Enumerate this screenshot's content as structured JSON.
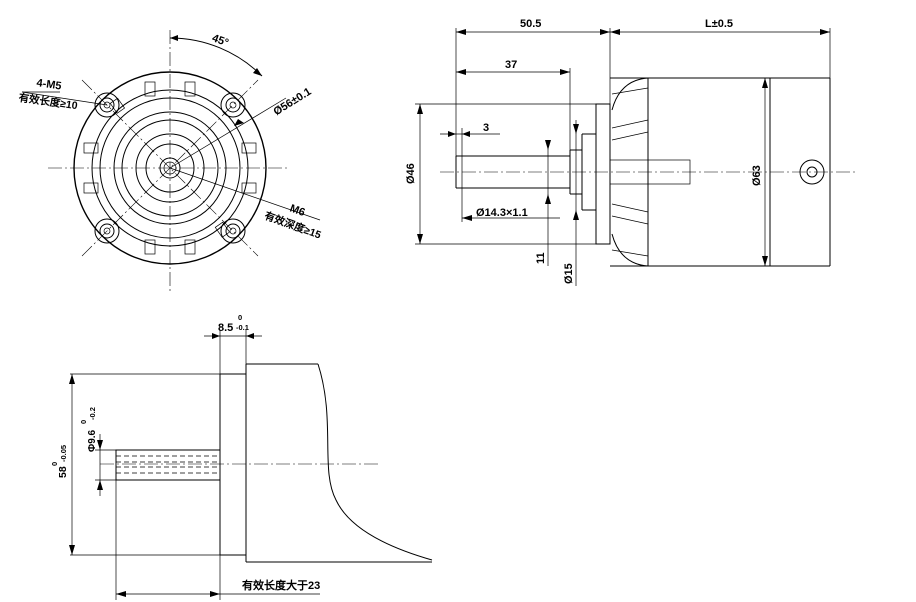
{
  "front_view": {
    "angle_label": "45°",
    "thread_m5_label": "4-M5",
    "thread_m5_depth": "有效长度≥10",
    "pcd_label": "Ø56±0.1",
    "thread_m6_label": "M6",
    "thread_m6_depth": "有效深度≥15"
  },
  "side_view": {
    "dim_50_5": "50.5",
    "dim_length": "L±0.5",
    "dim_37": "37",
    "dim_3": "3",
    "dim_d46": "Ø46",
    "dim_d14": "Ø14.3×1.1",
    "dim_d63": "Ø63",
    "dim_11": "11",
    "dim_d15": "Ø15"
  },
  "detail_view": {
    "dim_8_5": "8.5",
    "dim_8_5_tol_upper": "0",
    "dim_8_5_tol_lower": "-0.1",
    "dim_d9_6": "Φ9.6",
    "dim_d9_6_tol_upper": "0",
    "dim_d9_6_tol_lower": "-0.2",
    "dim_58": "58",
    "dim_58_tol_upper": "0",
    "dim_58_tol_lower": "-0.05",
    "effective_length": "有效长度大于23"
  }
}
